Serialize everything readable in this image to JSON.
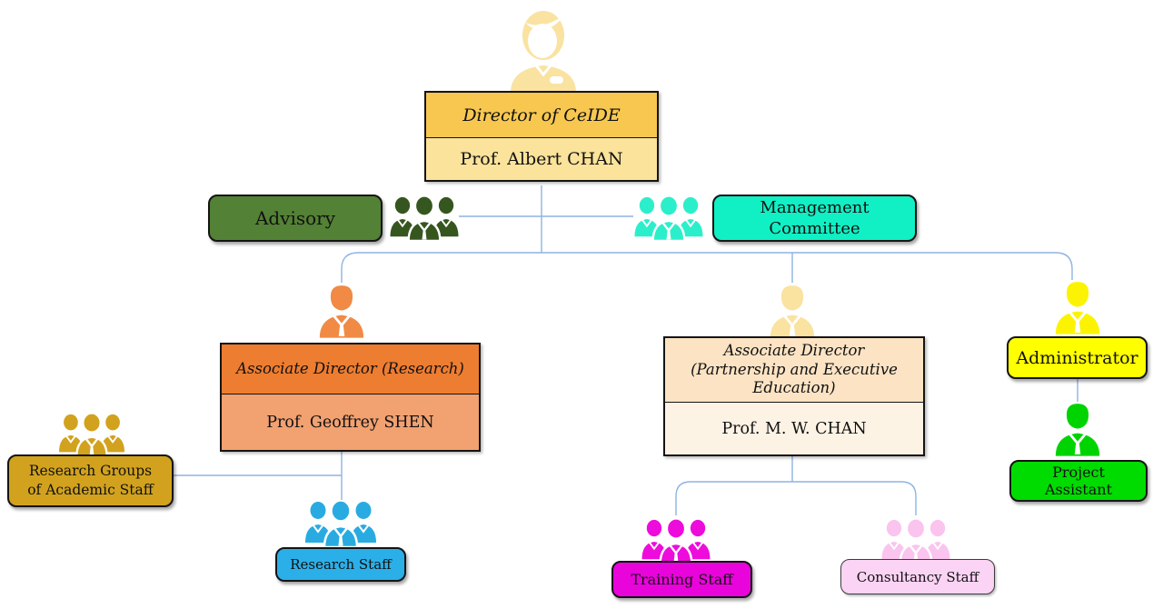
{
  "diagram": {
    "connector_color": "#8FB4E2",
    "nodes": {
      "director": {
        "title": "Director of CeIDE",
        "name": "Prof. Albert CHAN",
        "title_bg": "#F7C750",
        "name_bg": "#FBE39B",
        "icon_color": "#FAE2A0"
      },
      "advisory": {
        "label": "Advisory",
        "bg": "#538135",
        "icon_color": "#36561F"
      },
      "management_committee": {
        "label": "Management Committee",
        "bg": "#10F0C4",
        "icon_color": "#2BEFCB"
      },
      "associate_director_research": {
        "title": "Associate Director (Research)",
        "name": "Prof. Geoffrey SHEN",
        "title_bg": "#ED7D31",
        "name_bg": "#F2A170",
        "icon_color": "#F08A45"
      },
      "associate_director_partnership": {
        "title": "Associate Director (Partnership and Executive Education)",
        "name": "Prof. M. W. CHAN",
        "title_bg": "#FBE3C4",
        "name_bg": "#FDF3E5",
        "icon_color": "#FAE2A0"
      },
      "administrator": {
        "label": "Administrator",
        "bg": "#FFFF00",
        "icon_color": "#FCF303"
      },
      "project_assistant": {
        "label": "Project Assistant",
        "bg": "#00DC00",
        "icon_color": "#00D400"
      },
      "research_groups": {
        "label": "Research Groups of Academic Staff",
        "bg": "#D2A21E",
        "icon_color": "#D2A21E"
      },
      "research_staff": {
        "label": "Research Staff",
        "bg": "#2BAFE8",
        "icon_color": "#29ABE2"
      },
      "training_staff": {
        "label": "Training Staff",
        "bg": "#E904DB",
        "icon_color": "#ED0CDC"
      },
      "consultancy_staff": {
        "label": "Consultancy Staff",
        "bg": "#FBD3F4",
        "icon_color": "#FAC4EF"
      }
    }
  }
}
